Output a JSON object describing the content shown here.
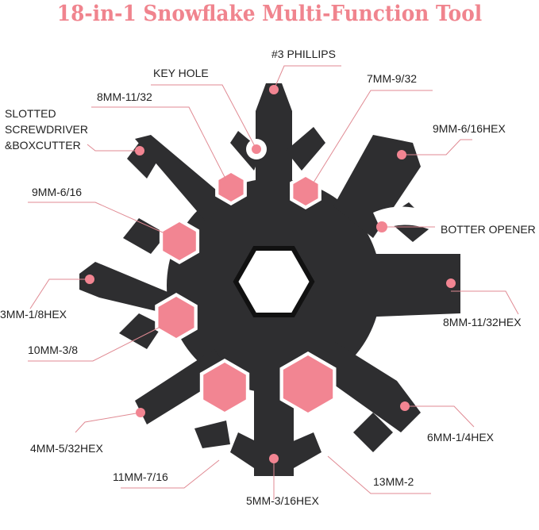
{
  "title": "18-in-1 Snowflake Multi-Function Tool",
  "colors": {
    "accent": "#f28592",
    "title": "#f0848e",
    "tool_body": "#2e2e30",
    "leader_line": "#e08a93"
  },
  "labels": {
    "phillips": "#3 PHILLIPS",
    "key_hole": "KEY HOLE",
    "mm7": "7MM-9/32",
    "mm8": "8MM-11/32",
    "slotted_1": "SLOTTED",
    "slotted_2": "SCREWDRIVER",
    "slotted_3": "&BOXCUTTER",
    "mm9hex": "9MM-6/16HEX",
    "mm9": "9MM-6/16",
    "bottle": "BOTTER OPENER",
    "mm3hex": "3MM-1/8HEX",
    "mm8hex": "8MM-11/32HEX",
    "mm10": "10MM-3/8",
    "mm4hex": "4MM-5/32HEX",
    "mm6hex": "6MM-1/4HEX",
    "mm11": "11MM-7/16",
    "mm13": "13MM-2",
    "mm5hex": "5MM-3/16HEX"
  }
}
